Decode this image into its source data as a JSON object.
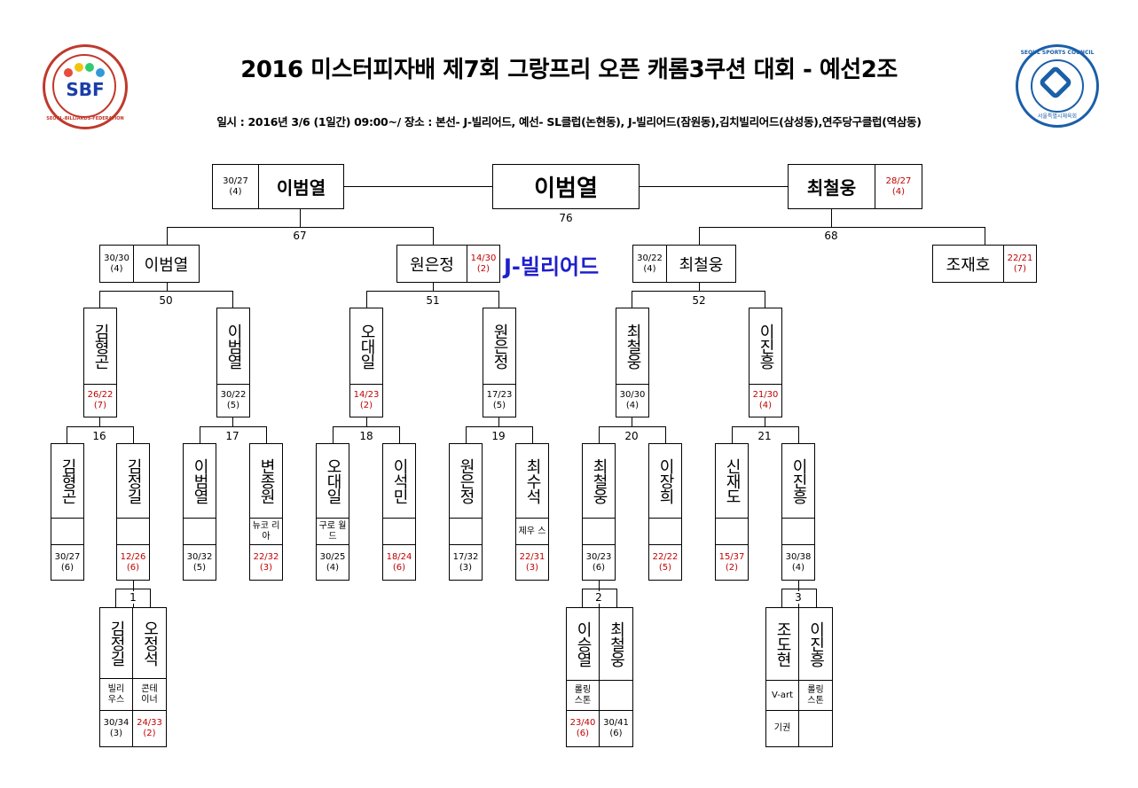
{
  "title": "2016 미스터피자배 제7회 그랑프리 오픈 캐롬3쿠션 대회 - 예선2조",
  "info": "일시 : 2016년 3/6 (1일간) 09:00~/ 장소 : 본선- J-빌리어드, 예선- SL클럽(논현동), J-빌리어드(잠원동),김치빌리어드(삼성동),연주당구클럽(역삼동)",
  "logo_left": {
    "text": "SBF",
    "ring": "SEOUL-BILLIARDS-FEDERATION"
  },
  "logo_right": {
    "ring": "SEOUL SPORTS COUNCIL",
    "sub": "서울특별시체육회"
  },
  "venue": "J-빌리어드",
  "final": {
    "winner": "이범열",
    "match_no": "76",
    "left": {
      "name": "이범열",
      "score": "30/27",
      "inn": "(4)"
    },
    "right": {
      "name": "최철웅",
      "score": "28/27",
      "inn": "(4)"
    }
  },
  "semis": [
    {
      "match_no": "67",
      "left": {
        "name": "이범열",
        "score": "30/30",
        "inn": "(4)"
      },
      "right": {
        "name": "원은정",
        "score": "14/30",
        "inn": "(2)"
      }
    },
    {
      "match_no": "68",
      "left": {
        "name": "최철웅",
        "score": "30/22",
        "inn": "(4)"
      },
      "right": {
        "name": "조재호",
        "score": "22/21",
        "inn": "(7)"
      }
    }
  ],
  "r2_nos": [
    "50",
    "51",
    "52"
  ],
  "r2": [
    {
      "name": "김형곤",
      "score": "26/22",
      "inn": "(7)",
      "red": true
    },
    {
      "name": "이범열",
      "score": "30/22",
      "inn": "(5)",
      "red": false
    },
    {
      "name": "오대일",
      "score": "14/23",
      "inn": "(2)",
      "red": true
    },
    {
      "name": "원은정",
      "score": "17/23",
      "inn": "(5)",
      "red": false
    },
    {
      "name": "최철웅",
      "score": "30/30",
      "inn": "(4)",
      "red": false
    },
    {
      "name": "이진흥",
      "score": "21/30",
      "inn": "(4)",
      "red": true
    }
  ],
  "r1_nos": [
    "16",
    "17",
    "18",
    "19",
    "20",
    "21"
  ],
  "r1": [
    {
      "name": "김형곤",
      "club": "",
      "score": "30/27",
      "inn": "(6)",
      "red": false
    },
    {
      "name": "김정길",
      "club": "",
      "score": "12/26",
      "inn": "(6)",
      "red": true
    },
    {
      "name": "이범열",
      "club": "",
      "score": "30/32",
      "inn": "(5)",
      "red": false
    },
    {
      "name": "변종원",
      "club": "뉴코 리아",
      "score": "22/32",
      "inn": "(3)",
      "red": true
    },
    {
      "name": "오대일",
      "club": "구로 월드",
      "score": "30/25",
      "inn": "(4)",
      "red": false
    },
    {
      "name": "이석민",
      "club": "",
      "score": "18/24",
      "inn": "(6)",
      "red": true
    },
    {
      "name": "원은정",
      "club": "",
      "score": "17/32",
      "inn": "(3)",
      "red": false
    },
    {
      "name": "최수석",
      "club": "제우 스",
      "score": "22/31",
      "inn": "(3)",
      "red": true
    },
    {
      "name": "최철웅",
      "club": "",
      "score": "30/23",
      "inn": "(6)",
      "red": false
    },
    {
      "name": "이장희",
      "club": "",
      "score": "22/22",
      "inn": "(5)",
      "red": true
    },
    {
      "name": "신재도",
      "club": "",
      "score": "15/37",
      "inn": "(2)",
      "red": true
    },
    {
      "name": "이진흥",
      "club": "",
      "score": "30/38",
      "inn": "(4)",
      "red": false
    }
  ],
  "pre_nos": [
    "1",
    "2",
    "3"
  ],
  "pre": [
    [
      {
        "name": "김정길",
        "club": "빌리 우스",
        "score": "30/34",
        "inn": "(3)",
        "red": false
      },
      {
        "name": "오정석",
        "club": "콘테 이너",
        "score": "24/33",
        "inn": "(2)",
        "red": true
      }
    ],
    [
      {
        "name": "이승열",
        "club": "롤링 스톤",
        "score": "23/40",
        "inn": "(6)",
        "red": true
      },
      {
        "name": "최철웅",
        "club": "",
        "score": "30/41",
        "inn": "(6)",
        "red": false
      }
    ],
    [
      {
        "name": "조도현",
        "club": "V-art",
        "score": "기권",
        "inn": "",
        "red": false
      },
      {
        "name": "이진흥",
        "club": "롤링 스톤",
        "score": "",
        "inn": "",
        "red": false
      }
    ]
  ]
}
